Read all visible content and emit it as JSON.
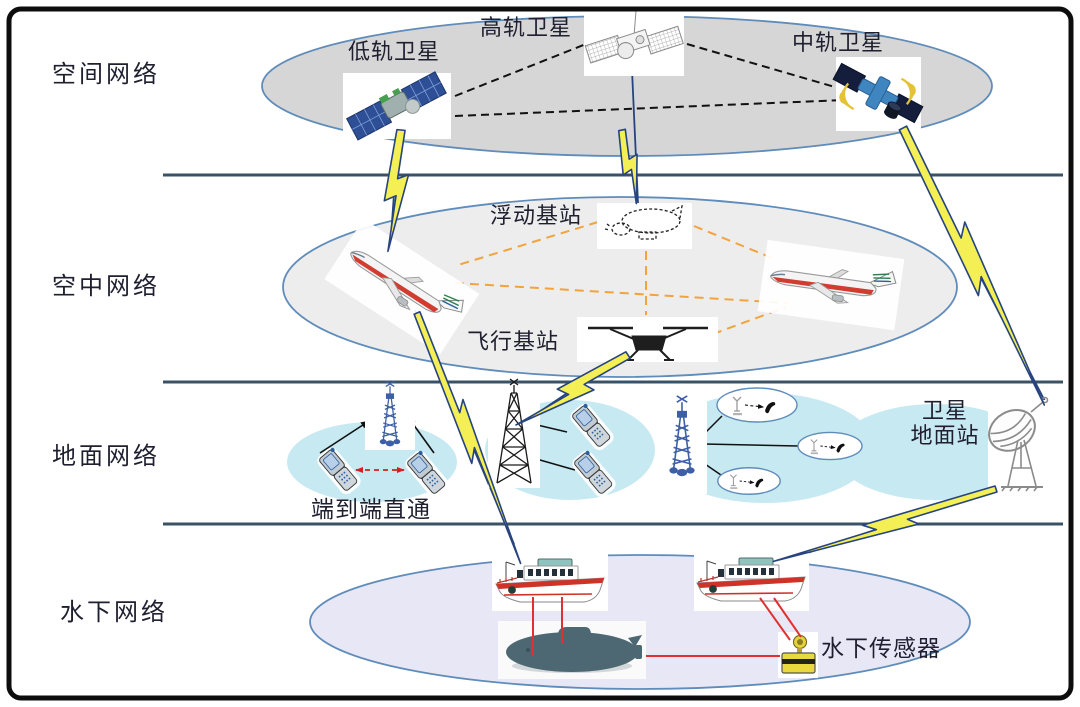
{
  "diagram": {
    "type": "space-air-ground-underwater integrated network architecture",
    "layers": [
      {
        "id": "space",
        "label": "空间网络"
      },
      {
        "id": "air",
        "label": "空中网络"
      },
      {
        "id": "ground",
        "label": "地面网络"
      },
      {
        "id": "underwater",
        "label": "水下网络"
      }
    ],
    "space": {
      "leo_label": "低轨卫星",
      "heo_label": "高轨卫星",
      "meo_label": "中轨卫星"
    },
    "air": {
      "floating_bs_label": "浮动基站",
      "flying_bs_label": "飞行基站"
    },
    "ground": {
      "d2d_label": "端到端直通",
      "station_label_line1": "卫星",
      "station_label_line2": "地面站"
    },
    "underwater": {
      "sensor_label": "水下传感器"
    },
    "icons": {
      "leo-satellite-icon": "LEO satellite with blue solar panels",
      "heo-satellite-icon": "high-orbit satellite line sketch",
      "meo-satellite-icon": "MEO satellite with yellow signal arcs",
      "airship-icon": "floating base-station blimp sketch",
      "airplane-icon": "passenger airplane (x2)",
      "drone-icon": "flying base-station quadrotor",
      "cell-tower-blue-icon": "small blue lattice tower (x2)",
      "cell-tower-black-icon": "black lattice mast",
      "flip-phone-icon": "handset terminal (x4)",
      "small-cell-bubble-icon": "antenna-to-phone bubble (x3)",
      "dish-antenna-icon": "satellite ground-station dish",
      "ship-icon": "surface ship (x2)",
      "submarine-icon": "submarine",
      "underwater-sensor-icon": "yellow buoy sensor",
      "lightning-bolt-icon": "wireless link bolt (x6)"
    },
    "colors": {
      "space_fill": "#d6d6d6",
      "air_fill": "#ededed",
      "ground_blob_fill": "#c7e9f2",
      "underwater_fill": "#e7e7f6",
      "ellipse_border": "#5f8cba",
      "divider": "#3a5266",
      "bolt_yellow": "#f3ef55",
      "bolt_outline": "#27447e",
      "inter_satellite_dash": "#111111",
      "air_link_orange": "#f2a33c",
      "red_link": "#d81f1f",
      "frame": "#0d0d0d"
    }
  }
}
